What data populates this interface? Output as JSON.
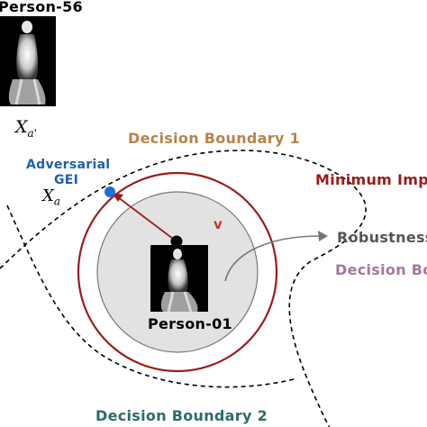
{
  "labels": {
    "top_person": "Person-56",
    "x_a_prime_main": "X",
    "x_a_prime_sub": "a'",
    "decision_boundary_1": "Decision Boundary 1",
    "adversarial_line1": "Adversarial",
    "adversarial_line2": "GEI",
    "x_a_main": "X",
    "x_a_sub": "a",
    "minimum_imper": "Minimum Imper",
    "v_label": "v",
    "robustness": "Robustness",
    "decision_bo": "Decision Bo",
    "center_person": "Person-01",
    "decision_boundary_2": "Decision Boundary 2"
  },
  "colors": {
    "boundary1_text": "#b8834a",
    "adversarial_text": "#1f5fa8",
    "adversarial_point": "#1e6fd9",
    "minimum_text": "#9b1b1b",
    "red_circle": "#9b1b1b",
    "v_text": "#c0392b",
    "robustness_text": "#555555",
    "decision_bo_text": "#a3789a",
    "boundary2_text": "#2e6b6b",
    "gray_disk": "#e2e2e2",
    "black": "#000000"
  },
  "icons": [
    "gait-energy-image-person-56",
    "gait-energy-image-person-01"
  ]
}
